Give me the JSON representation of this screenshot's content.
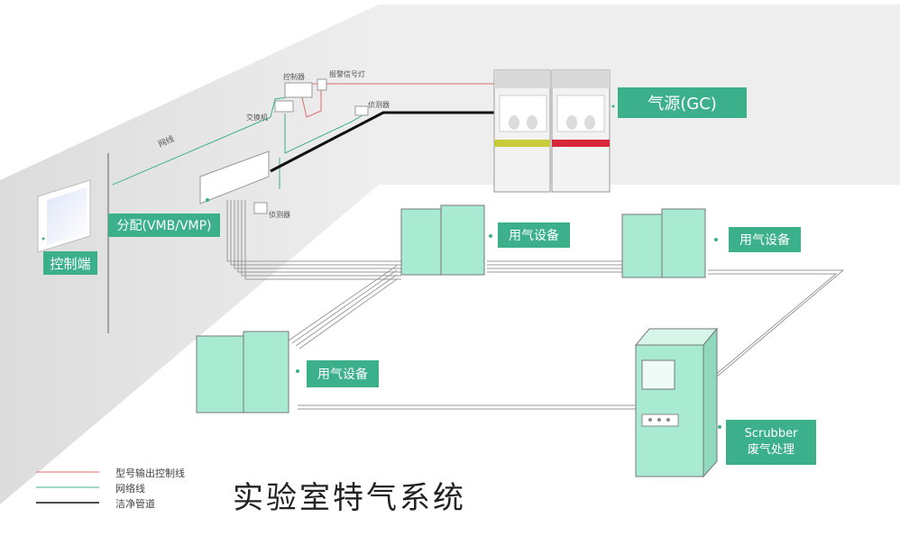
{
  "labels": {
    "control_terminal": "控制端",
    "distribution": "分配(VMB/VMP)",
    "gas_source": "气源(GC)",
    "equipment_1": "用气设备",
    "equipment_2": "用气设备",
    "equipment_3": "用气设备",
    "scrubber_line1": "Scrubber",
    "scrubber_line2": "废气处理",
    "network_line": "网线",
    "controller": "控制器",
    "alarm_light": "报警信号灯",
    "switch": "交换机",
    "detector_1": "侦测器",
    "detector_2": "侦测器"
  },
  "legend": [
    {
      "label": "型号输出控制线",
      "color": "#e06a6a"
    },
    {
      "label": "网络线",
      "color": "#3cb08a"
    },
    {
      "label": "洁净管道",
      "color": "#111111"
    }
  ],
  "title": "实验室特气系统",
  "colors": {
    "accent": "#3cb08a",
    "cabinet_fill": "#a8ebd2",
    "signal_line": "#e06a6a",
    "network_line": "#3cb08a",
    "pipe_line": "#111111",
    "strip_yellow": "#c9cc3a",
    "strip_red": "#d6283a"
  }
}
